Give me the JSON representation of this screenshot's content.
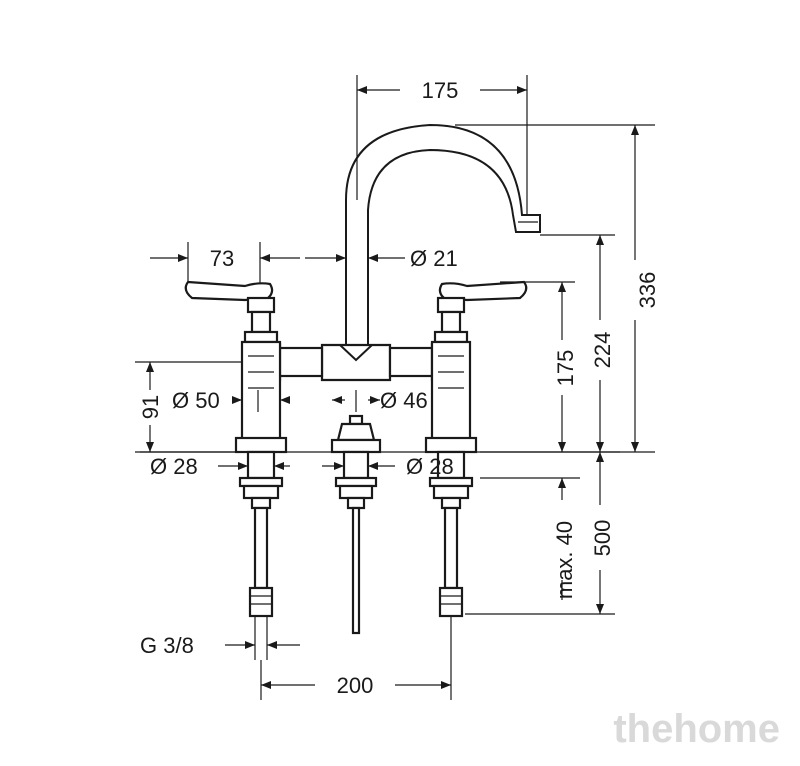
{
  "dimensions": {
    "spout_reach": "175",
    "handle_offset": "73",
    "spout_diameter": "Ø 21",
    "total_height": "336",
    "spout_height": "224",
    "handle_height": "175",
    "body_height": "91",
    "body_diameter": "Ø 50",
    "center_diameter": "Ø 46",
    "left_shank_diameter": "Ø 28",
    "right_shank_diameter": "Ø 28",
    "max_thickness": "max. 40",
    "hose_length": "500",
    "thread": "G 3/8",
    "center_spacing": "200"
  },
  "watermark": "thehome"
}
